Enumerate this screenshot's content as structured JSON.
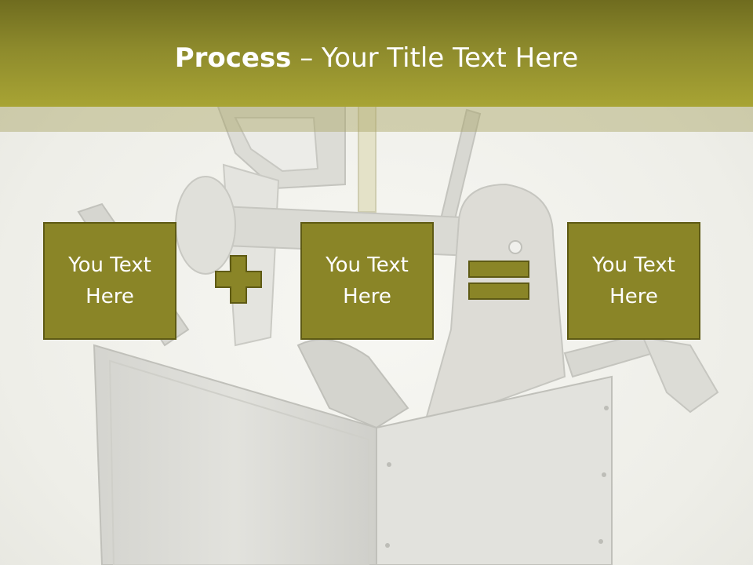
{
  "slide": {
    "title_bold": "Process",
    "title_rest": " – Your Title Text Here",
    "boxes": [
      {
        "label": "You Text Here"
      },
      {
        "label": "You Text Here"
      },
      {
        "label": "You Text Here"
      }
    ],
    "operators": [
      "plus-icon",
      "equals-icon"
    ],
    "background_image": "toolbox-with-tools",
    "colors": {
      "title_band": "#8d8a2c",
      "box_fill": "#8a8527",
      "box_border": "#5e5a14",
      "text": "#ffffff"
    }
  }
}
